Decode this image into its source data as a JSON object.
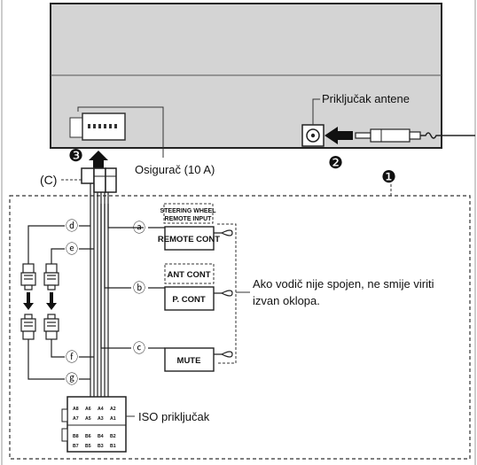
{
  "labels": {
    "antenna": "Priključak antene",
    "fuse": "Osigurač (10 A)",
    "connector_c": "(C)",
    "note_line1": "Ako vodič nije spojen, ne smije viriti",
    "note_line2": "izvan oklopa.",
    "iso": "ISO priključak"
  },
  "steps": {
    "one": "❶",
    "two": "❷",
    "three": "❸"
  },
  "wire_letters": {
    "a": "ⓐ",
    "b": "ⓑ",
    "c": "ⓒ",
    "d": "ⓓ",
    "e": "ⓔ",
    "f": "ⓕ",
    "g": "ⓖ"
  },
  "boxes": {
    "steering_line1": "STEERING WHEEL",
    "steering_line2": "REMOTE INPUT",
    "remote_cont": "REMOTE CONT",
    "ant_cont": "ANT CONT",
    "p_cont": "P. CONT",
    "mute": "MUTE"
  },
  "iso_pins": {
    "row_a1": [
      "A8",
      "A6",
      "A4",
      "A2"
    ],
    "row_a2": [
      "A7",
      "A5",
      "A3",
      "A1"
    ],
    "row_b1": [
      "B8",
      "B6",
      "B4",
      "B2"
    ],
    "row_b2": [
      "B7",
      "B5",
      "B3",
      "B1"
    ]
  }
}
